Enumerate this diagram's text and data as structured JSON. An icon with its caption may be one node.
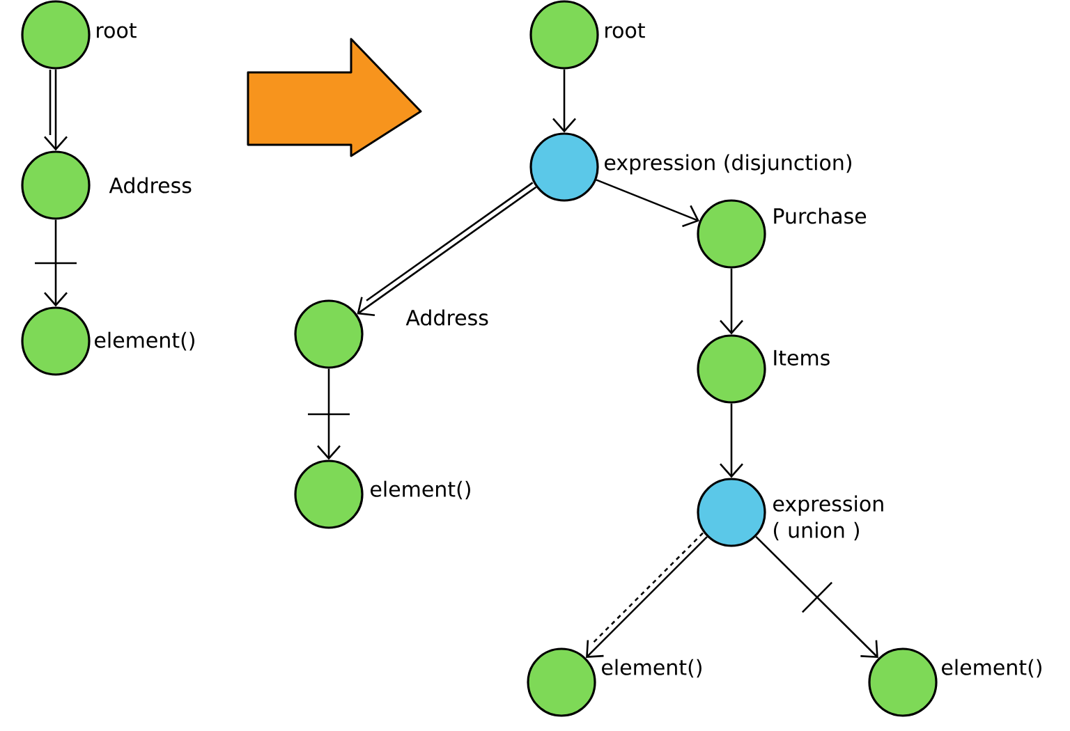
{
  "diagram": {
    "nodes": [
      {
        "text": [
          "root"
        ]
      },
      {
        "text": [
          "Address"
        ]
      },
      {
        "text": [
          "element()"
        ]
      },
      {
        "text": [
          "root"
        ]
      },
      {
        "text": [
          "expression (disjunction)"
        ]
      },
      {
        "text": [
          "Purchase"
        ]
      },
      {
        "text": [
          "Address"
        ]
      },
      {
        "text": [
          "Items"
        ]
      },
      {
        "text": [
          "element()"
        ]
      },
      {
        "text": [
          "expression ( union )"
        ]
      },
      {
        "text": [
          "element()"
        ]
      },
      {
        "text": [
          "element()"
        ]
      }
    ],
    "edges": [
      {
        "from": 0,
        "to": 1,
        "arrow": "to"
      },
      {
        "from": 1,
        "to": 2,
        "arrow": "to"
      },
      {
        "from": 3,
        "to": 4,
        "arrow": "to"
      },
      {
        "from": 4,
        "to": 5,
        "arrow": "to"
      },
      {
        "from": 4,
        "to": 6,
        "arrow": "to"
      },
      {
        "from": 5,
        "to": 7,
        "arrow": "to"
      },
      {
        "from": 6,
        "to": 8,
        "arrow": "to"
      },
      {
        "from": 7,
        "to": 9,
        "arrow": "to"
      },
      {
        "from": 9,
        "to": 10,
        "arrow": "to"
      },
      {
        "from": 9,
        "to": 11,
        "arrow": "to"
      }
    ]
  }
}
